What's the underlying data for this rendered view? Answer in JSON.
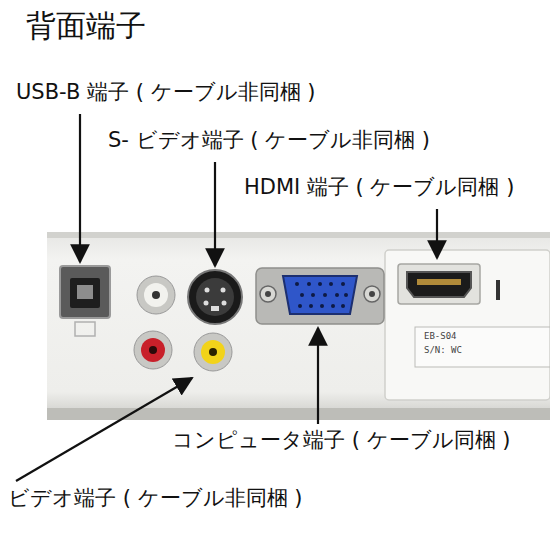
{
  "diagram": {
    "title": "背面端子",
    "labels": [
      "USB-B 端子 ( ケーブル非同梱 )",
      "S- ビデオ端子 ( ケーブル非同梱 )",
      "HDMI 端子 ( ケーブル同梱 )",
      "EB-S04",
      "S/N: WC",
      "コンピュータ端子 ( ケーブル同梱 )",
      "ビデオ端子 ( ケーブル非同梱 )"
    ]
  }
}
